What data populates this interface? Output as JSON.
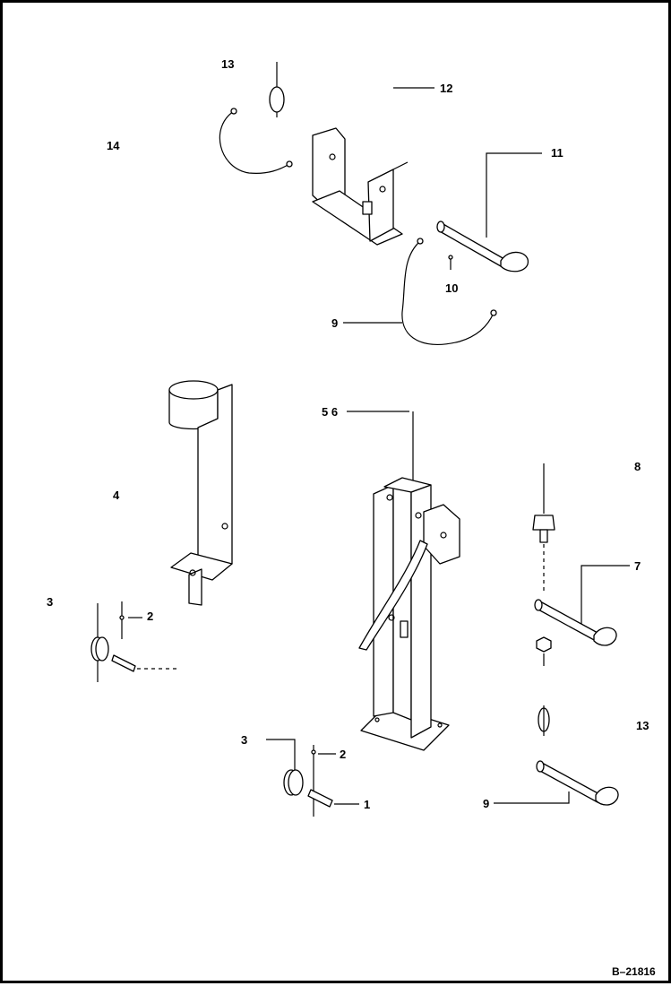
{
  "callouts": [
    {
      "id": "c13a",
      "text": "13"
    },
    {
      "id": "c12",
      "text": "12"
    },
    {
      "id": "c14",
      "text": "14"
    },
    {
      "id": "c11",
      "text": "11"
    },
    {
      "id": "c10",
      "text": "10"
    },
    {
      "id": "c9a",
      "text": "9"
    },
    {
      "id": "c56",
      "text": "5 6"
    },
    {
      "id": "c8",
      "text": "8"
    },
    {
      "id": "c4",
      "text": "4"
    },
    {
      "id": "c7",
      "text": "7"
    },
    {
      "id": "c3a",
      "text": "3"
    },
    {
      "id": "c2a",
      "text": "2"
    },
    {
      "id": "c13b",
      "text": "13"
    },
    {
      "id": "c3b",
      "text": "3"
    },
    {
      "id": "c2b",
      "text": "2"
    },
    {
      "id": "c1",
      "text": "1"
    },
    {
      "id": "c9b",
      "text": "9"
    }
  ],
  "figure_id": "B–21816"
}
